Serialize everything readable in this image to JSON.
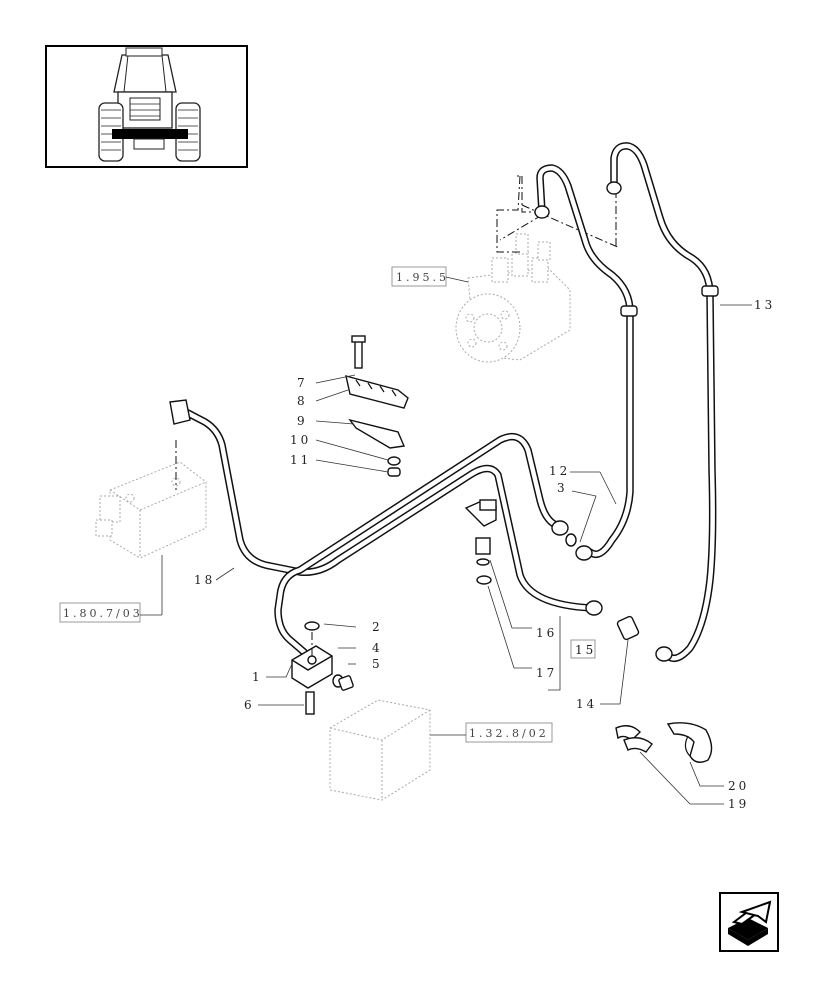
{
  "callouts": {
    "c1": "1",
    "c2": "2",
    "c3": "3",
    "c4": "4",
    "c5": "5",
    "c6": "6",
    "c7": "7",
    "c8": "8",
    "c9": "9",
    "c10": "10",
    "c11": "11",
    "c12": "12",
    "c13": "13",
    "c14": "14",
    "c15": "15",
    "c16": "16",
    "c17": "17",
    "c18": "18",
    "c19": "19",
    "c20": "20"
  },
  "references": {
    "steering_unit": "1.95.5",
    "control_valve": "1.80.7/03",
    "front_axle": "1.32.8/02"
  },
  "icons": {
    "thumbnail": "tractor-front-view-icon",
    "navigation": "next-page-arrow-icon"
  }
}
